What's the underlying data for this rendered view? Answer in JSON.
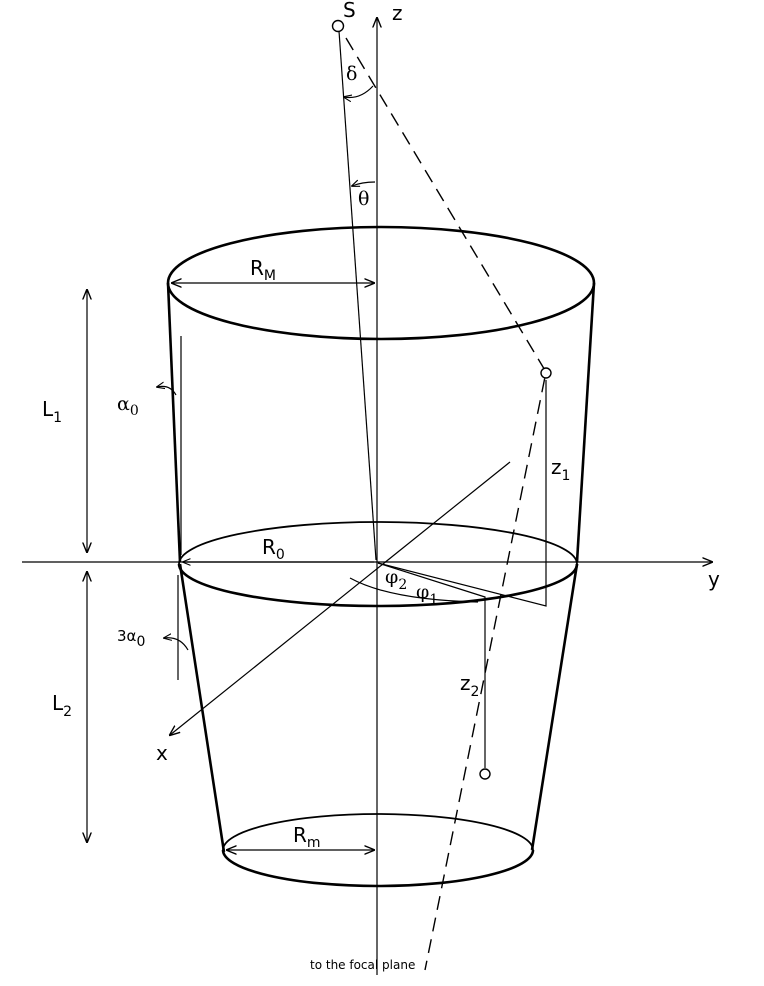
{
  "labels": {
    "source": "S",
    "axis_z": "z",
    "axis_y": "y",
    "axis_x": "x",
    "delta": "δ",
    "theta": "θ",
    "radius_max": {
      "main": "R",
      "sub": "M"
    },
    "radius_zero": {
      "main": "R",
      "sub": "0"
    },
    "radius_min": {
      "main": "R",
      "sub": "m"
    },
    "length_1": {
      "main": "L",
      "sub": "1"
    },
    "length_2": {
      "main": "L",
      "sub": "2"
    },
    "alpha_0": {
      "main": "α",
      "sub": "0"
    },
    "three_alpha_0": {
      "main": "3α",
      "sub": "0"
    },
    "z_1": {
      "main": "z",
      "sub": "1"
    },
    "z_2": {
      "main": "z",
      "sub": "2"
    },
    "phi_1": {
      "main": "φ",
      "sub": "1"
    },
    "phi_2": {
      "main": "φ",
      "sub": "2"
    },
    "focal_plane": "to the focal plane"
  },
  "colors": {
    "ink": "#000000",
    "background": "#ffffff"
  }
}
